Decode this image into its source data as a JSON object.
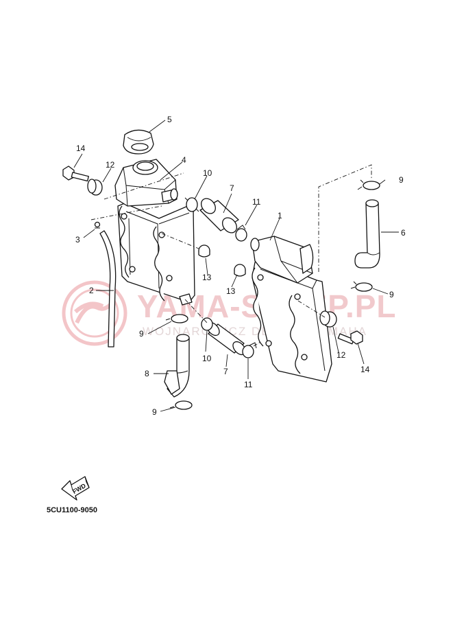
{
  "watermark": {
    "title": "YAMA-SKLEP.PL",
    "subtitle": "WOJNAROWICZ DEALER YAMAHA"
  },
  "diagram_code": "5CU1100-9050",
  "fwd_label": "FWD",
  "callouts": {
    "c1": "1",
    "c2": "2",
    "c3": "3",
    "c4": "4",
    "c5": "5",
    "c6": "6",
    "c7a": "7",
    "c7b": "7",
    "c8": "8",
    "c9a": "9",
    "c9b": "9",
    "c9c": "9",
    "c9d": "9",
    "c10a": "10",
    "c10b": "10",
    "c11a": "11",
    "c11b": "11",
    "c12a": "12",
    "c12b": "12",
    "c13a": "13",
    "c13b": "13",
    "c14a": "14",
    "c14b": "14"
  }
}
